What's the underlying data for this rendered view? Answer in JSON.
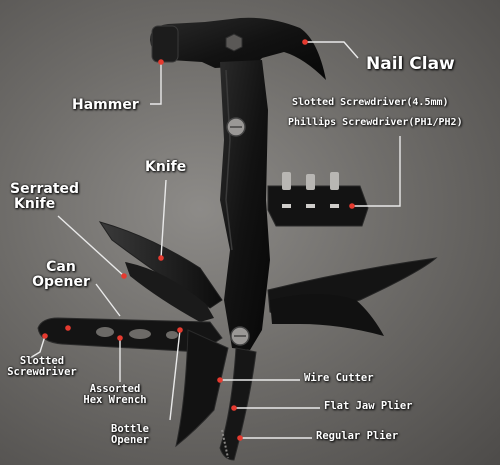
{
  "labels": {
    "nail_claw": "Nail  Claw",
    "hammer": "Hammer",
    "slotted_screwdriver_bit": "Slotted  Screwdriver(4.5mm)",
    "phillips_screwdriver_bit": "Phillips  Screwdriver(PH1/PH2)",
    "knife": "Knife",
    "serrated_knife_line1": "Serrated",
    "serrated_knife_line2": "Knife",
    "can_opener_line1": "Can",
    "can_opener_line2": "Opener",
    "slotted_screwdriver_line1": "Slotted",
    "slotted_screwdriver_line2": "Screwdriver",
    "hex_wrench_line1": "Assorted",
    "hex_wrench_line2": "Hex Wrench",
    "bottle_opener_line1": "Bottle",
    "bottle_opener_line2": "Opener",
    "wire_cutter": "Wire Cutter",
    "flat_jaw_plier": "Flat Jaw Plier",
    "regular_plier": "Regular Plier"
  },
  "colors": {
    "marker": "#e53a2f",
    "label": "#ffffff",
    "tool_body": "#161616"
  }
}
